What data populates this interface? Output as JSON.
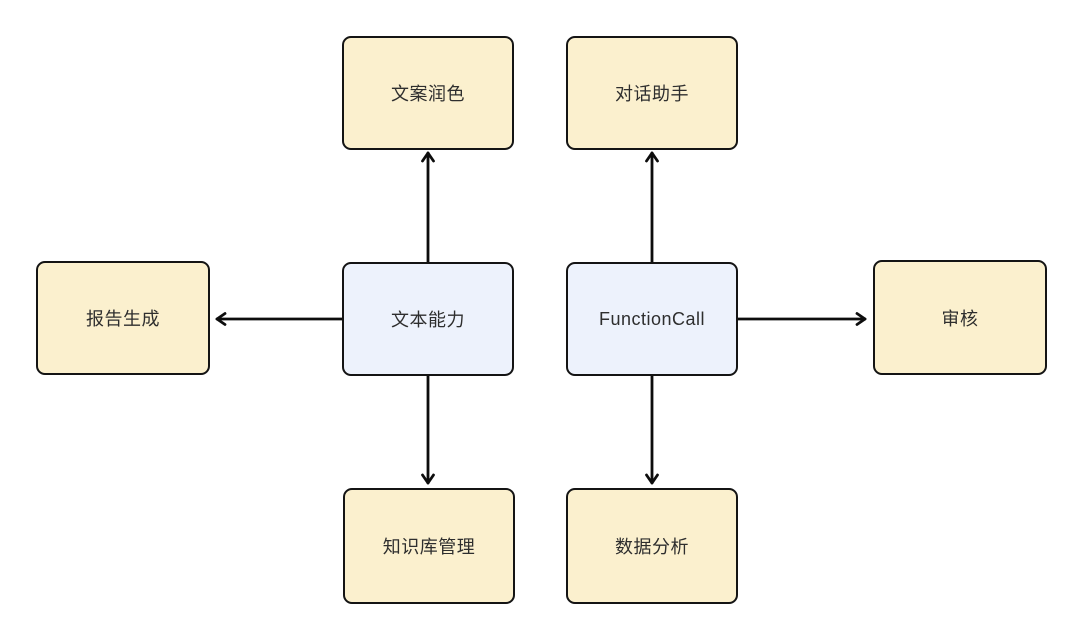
{
  "diagram": {
    "colors": {
      "background": "#ffffff",
      "leaf_fill": "#fbf0ce",
      "hub_fill": "#edf2fc",
      "node_border": "#141414",
      "text": "#2e2e2e",
      "arrow": "#0d0d0d"
    },
    "nodes": [
      {
        "id": "copywriting",
        "label": "文案润色",
        "kind": "leaf"
      },
      {
        "id": "chat-assistant",
        "label": "对话助手",
        "kind": "leaf"
      },
      {
        "id": "report-generation",
        "label": "报告生成",
        "kind": "leaf"
      },
      {
        "id": "text-capability",
        "label": "文本能力",
        "kind": "hub"
      },
      {
        "id": "function-call",
        "label": "FunctionCall",
        "kind": "hub"
      },
      {
        "id": "review",
        "label": "审核",
        "kind": "leaf"
      },
      {
        "id": "knowledge-base-management",
        "label": "知识库管理",
        "kind": "leaf"
      },
      {
        "id": "data-analysis",
        "label": "数据分析",
        "kind": "leaf"
      }
    ],
    "edges": [
      {
        "from": "text-capability",
        "to": "copywriting",
        "direction": "up"
      },
      {
        "from": "text-capability",
        "to": "report-generation",
        "direction": "left"
      },
      {
        "from": "text-capability",
        "to": "knowledge-base-management",
        "direction": "down"
      },
      {
        "from": "function-call",
        "to": "chat-assistant",
        "direction": "up"
      },
      {
        "from": "function-call",
        "to": "review",
        "direction": "right"
      },
      {
        "from": "function-call",
        "to": "data-analysis",
        "direction": "down"
      }
    ]
  }
}
